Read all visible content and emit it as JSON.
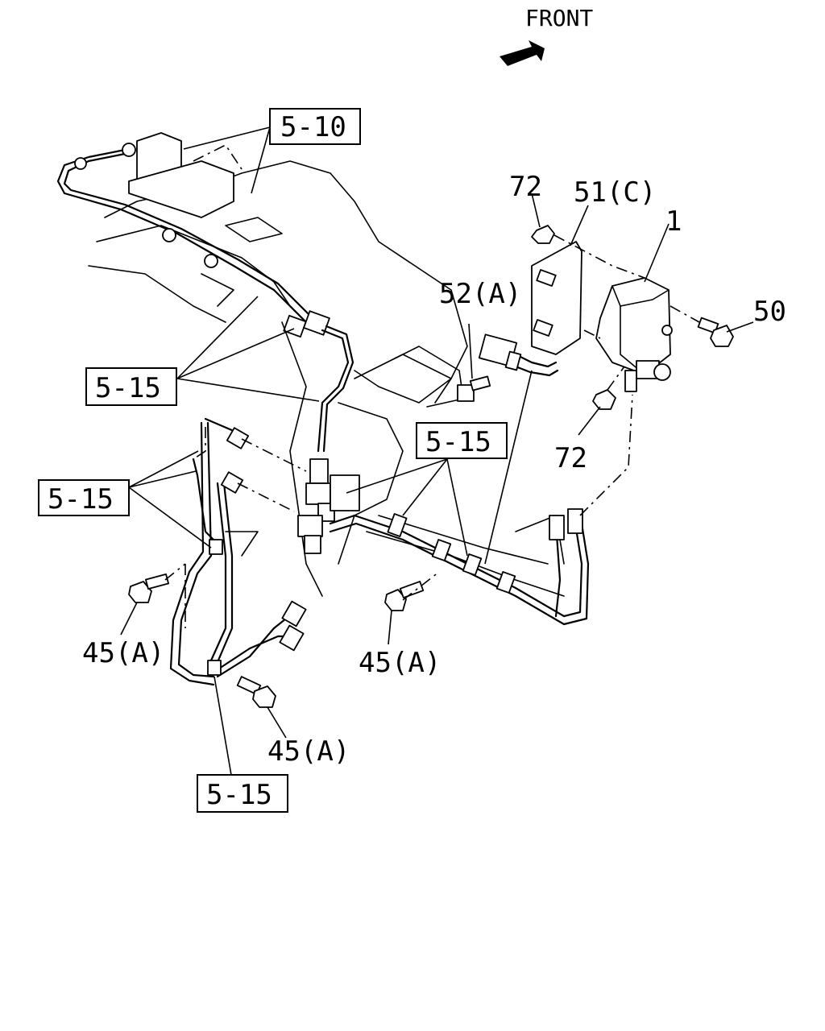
{
  "front_label": "FRONT",
  "ref_boxes": [
    {
      "id": "ref-5-10",
      "text": "5-10"
    },
    {
      "id": "ref-5-15-a",
      "text": "5-15"
    },
    {
      "id": "ref-5-15-b",
      "text": "5-15"
    },
    {
      "id": "ref-5-15-c",
      "text": "5-15"
    },
    {
      "id": "ref-5-15-d",
      "text": "5-15"
    }
  ],
  "callouts": [
    {
      "id": "callout-72-top",
      "text": "72"
    },
    {
      "id": "callout-51c",
      "text": "51(C)"
    },
    {
      "id": "callout-1",
      "text": "1"
    },
    {
      "id": "callout-50",
      "text": "50"
    },
    {
      "id": "callout-52a",
      "text": "52(A)"
    },
    {
      "id": "callout-72-bottom",
      "text": "72"
    },
    {
      "id": "callout-45a-left",
      "text": "45(A)"
    },
    {
      "id": "callout-45a-mid",
      "text": "45(A)"
    },
    {
      "id": "callout-45a-bottom",
      "text": "45(A)"
    }
  ]
}
